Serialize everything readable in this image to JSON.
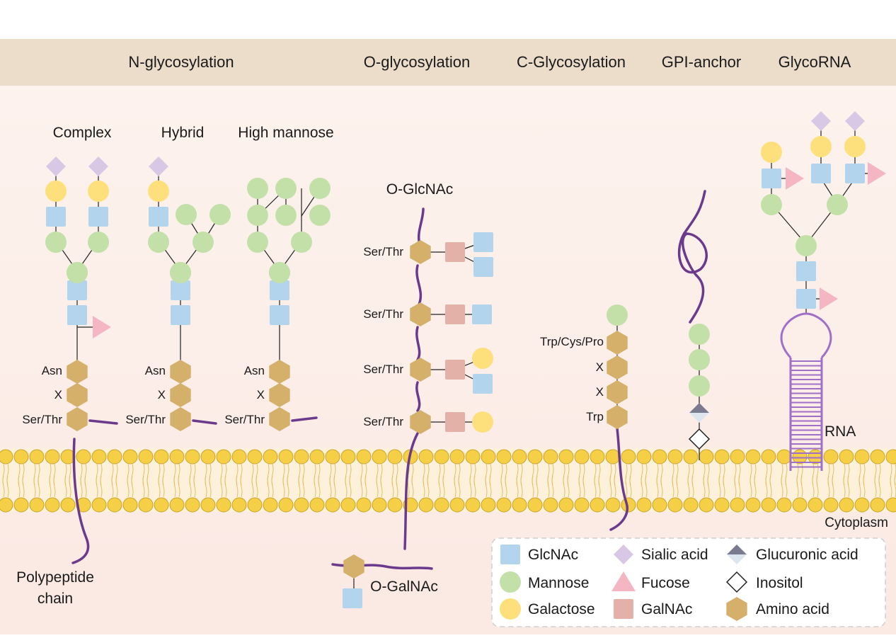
{
  "header": {
    "n_glycosylation": "N-glycosylation",
    "o_glycosylation": "O-glycosylation",
    "c_glycosylation": "C-Glycosylation",
    "gpi_anchor": "GPI-anchor",
    "glycorna": "GlycoRNA"
  },
  "n_glycans": {
    "complex": "Complex",
    "hybrid": "Hybrid",
    "high_mannose": "High mannose",
    "asn": "Asn",
    "x": "X",
    "ser_thr": "Ser/Thr"
  },
  "o_glycans": {
    "o_glcnac": "O-GlcNAc",
    "ser_thr": "Ser/Thr",
    "o_galnac": "O-GalNAc"
  },
  "c_glycan": {
    "trp_cys_pro": "Trp/Cys/Pro",
    "x": "X",
    "trp": "Trp"
  },
  "labels": {
    "polypeptide_line1": "Polypeptide",
    "polypeptide_line2": "chain",
    "rna": "RNA",
    "cytoplasm": "Cytoplasm"
  },
  "legend": {
    "glcnac": "GlcNAc",
    "mannose": "Mannose",
    "galactose": "Galactose",
    "sialic_acid": "Sialic acid",
    "fucose": "Fucose",
    "galnac": "GalNAc",
    "glucuronic_acid": "Glucuronic acid",
    "inositol": "Inositol",
    "amino_acid": "Amino acid"
  },
  "colors": {
    "glcnac": "#b3d4ed",
    "mannose": "#c2e0a8",
    "galactose": "#fde07c",
    "sialic_acid": "#d9c7e6",
    "fucose": "#f4b6c2",
    "galnac": "#e3b1a8",
    "amino_acid": "#d4b06a",
    "chain": "#6b3a8c",
    "rna": "#a070c8",
    "membrane_head": "#f5d046",
    "header_band": "#ecdcca"
  }
}
